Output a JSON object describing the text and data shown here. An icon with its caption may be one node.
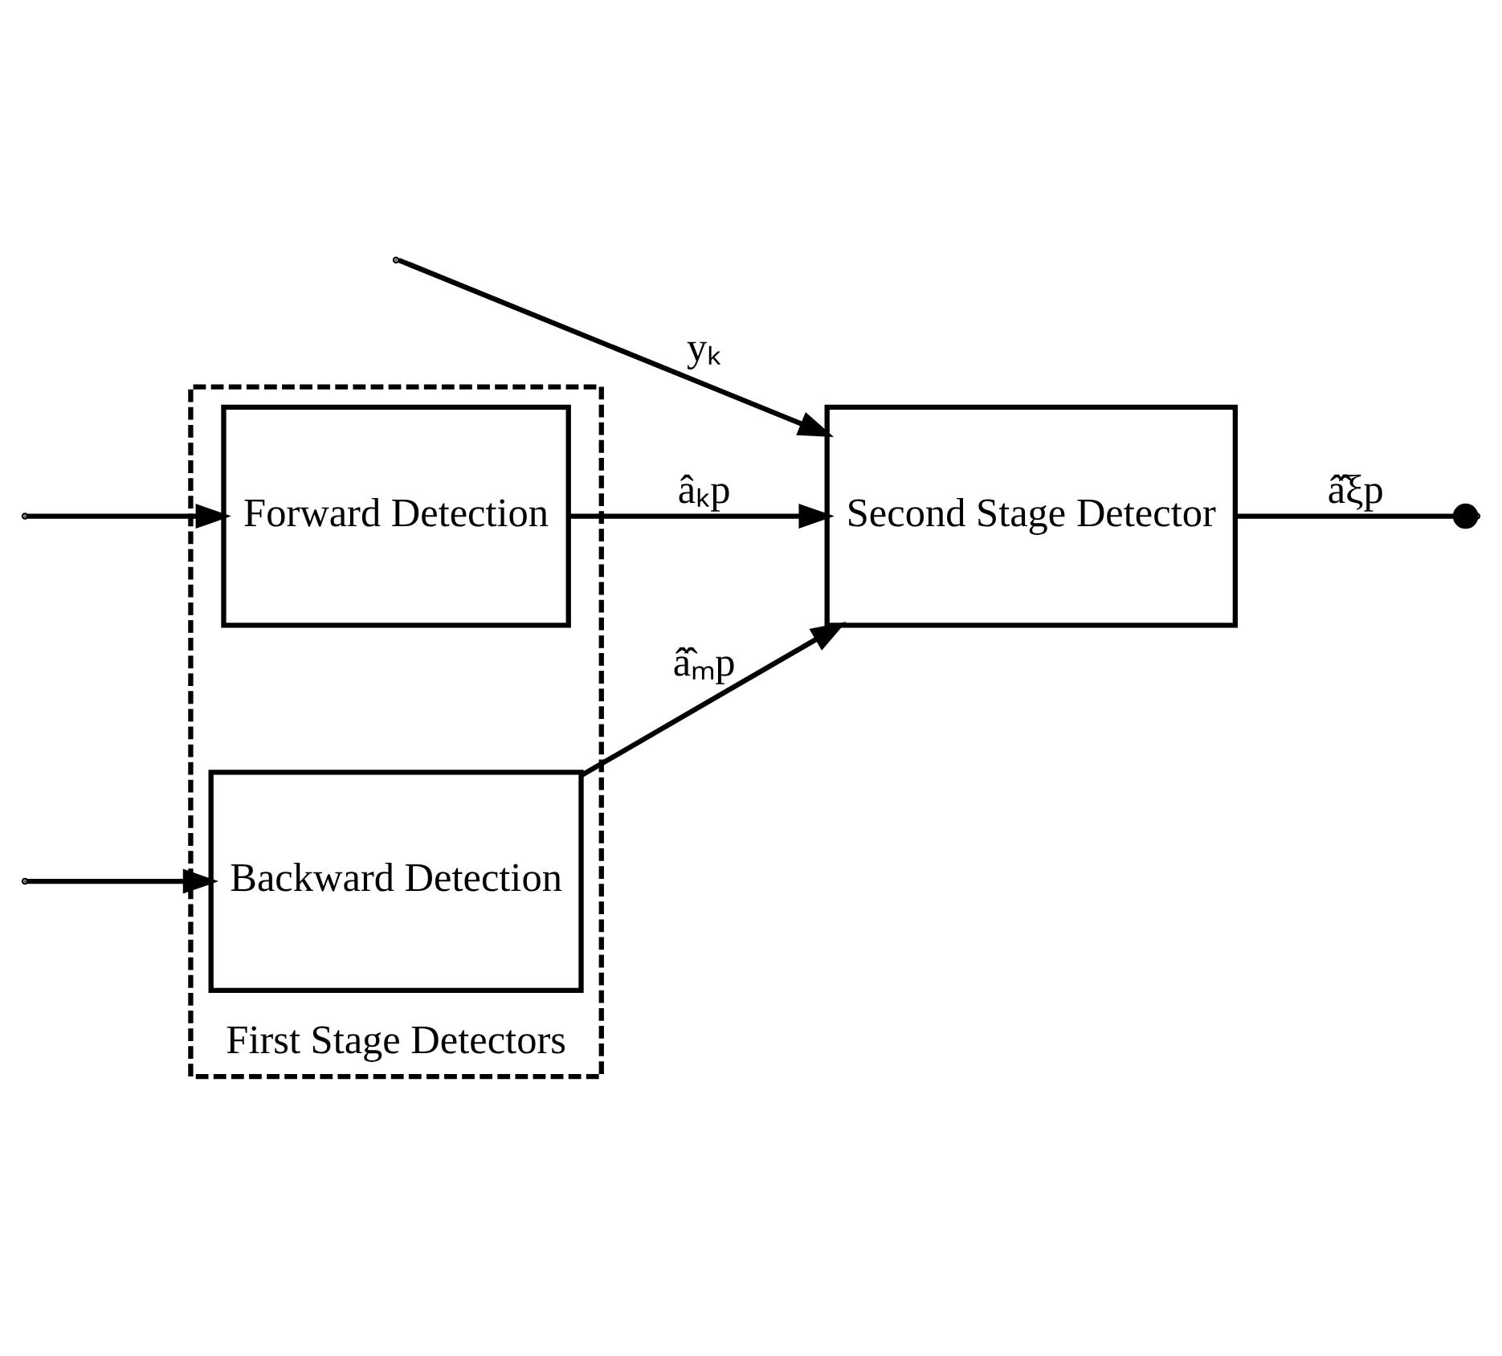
{
  "diagram": {
    "nodes": [
      {
        "text": [
          "First Stage Detectors"
        ]
      },
      {
        "text": [
          "Forward Detection"
        ],
        "in": 0
      },
      {
        "text": [
          "Backward Detection"
        ],
        "in": 0
      },
      {
        "text": [
          "Second Stage Detector"
        ]
      }
    ],
    "edges": [
      {
        "from": null,
        "to": 1,
        "arrow": "to"
      },
      {
        "from": null,
        "to": 3,
        "arrow": "to",
        "label": "yₖ"
      },
      {
        "from": null,
        "to": 2,
        "arrow": "to"
      },
      {
        "from": 1,
        "to": 3,
        "arrow": "to",
        "label": "âₖp"
      },
      {
        "from": 2,
        "to": 3,
        "arrow": "to",
        "label": "â̂ₘp"
      },
      {
        "from": 3,
        "to": null,
        "arrow": "other",
        "label": "â̂̂ξp"
      }
    ]
  }
}
